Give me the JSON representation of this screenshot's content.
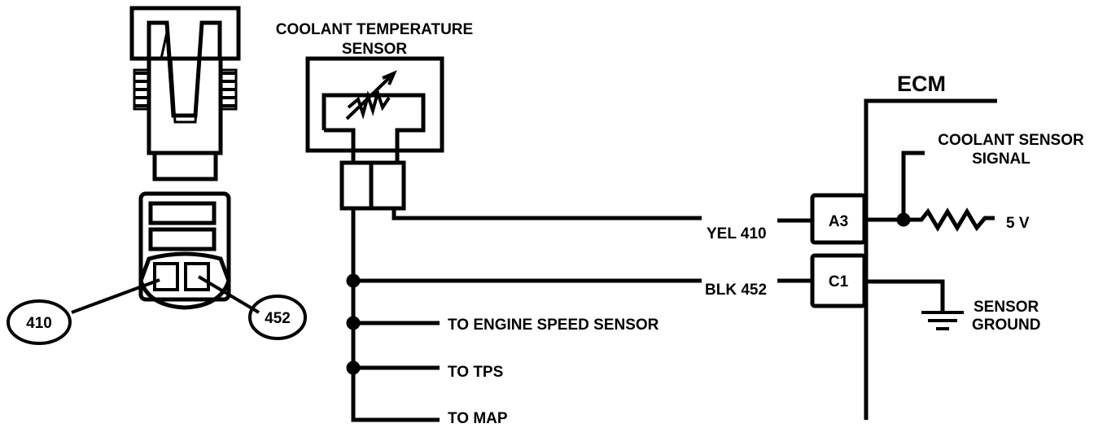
{
  "sensor": {
    "title_line1": "COOLANT TEMPERATURE",
    "title_line2": "SENSOR"
  },
  "connector": {
    "callout_left": "410",
    "callout_right": "452"
  },
  "wires": {
    "yellow": "YEL 410",
    "black": "BLK 452",
    "to_engine_speed": "TO ENGINE SPEED SENSOR",
    "to_tps": "TO TPS",
    "to_map": "TO MAP"
  },
  "ecm": {
    "title": "ECM",
    "pin_a3": "A3",
    "pin_c1": "C1",
    "signal_line1": "COOLANT SENSOR",
    "signal_line2": "SIGNAL",
    "voltage": "5 V",
    "ground_line1": "SENSOR",
    "ground_line2": "GROUND"
  }
}
